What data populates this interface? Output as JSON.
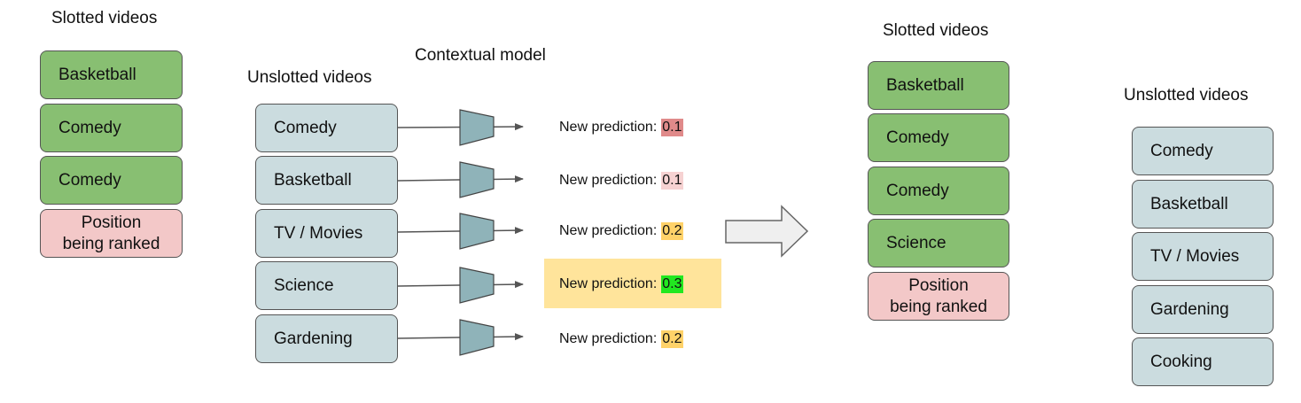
{
  "left_slotted": {
    "title": "Slotted videos",
    "items": [
      "Basketball",
      "Comedy",
      "Comedy"
    ],
    "position_label": "Position\nbeing ranked"
  },
  "unslotted": {
    "title": "Unslotted videos",
    "items": [
      "Comedy",
      "Basketball",
      "TV / Movies",
      "Science",
      "Gardening"
    ]
  },
  "model": {
    "title": "Contextual model"
  },
  "predictions": [
    {
      "label": "New prediction:",
      "value": "0.1",
      "color": "#e08a8a"
    },
    {
      "label": "New prediction:",
      "value": "0.1",
      "color": "#f6d2d2"
    },
    {
      "label": "New prediction:",
      "value": "0.2",
      "color": "#ffd269"
    },
    {
      "label": "New prediction:",
      "value": "0.3",
      "color": "#21e820"
    },
    {
      "label": "New prediction:",
      "value": "0.2",
      "color": "#ffd269"
    }
  ],
  "right_slotted": {
    "title": "Slotted videos",
    "items": [
      "Basketball",
      "Comedy",
      "Comedy",
      "Science"
    ],
    "position_label": "Position\nbeing ranked"
  },
  "right_unslotted": {
    "title": "Unslotted videos",
    "items": [
      "Comedy",
      "Basketball",
      "TV / Movies",
      "Gardening",
      "Cooking"
    ]
  },
  "colors": {
    "slotted": "#88bf72",
    "unslotted": "#cbdcdf",
    "position": "#f3c8c8",
    "model": "#8fb3b9",
    "highlight": "#ffe49b"
  }
}
